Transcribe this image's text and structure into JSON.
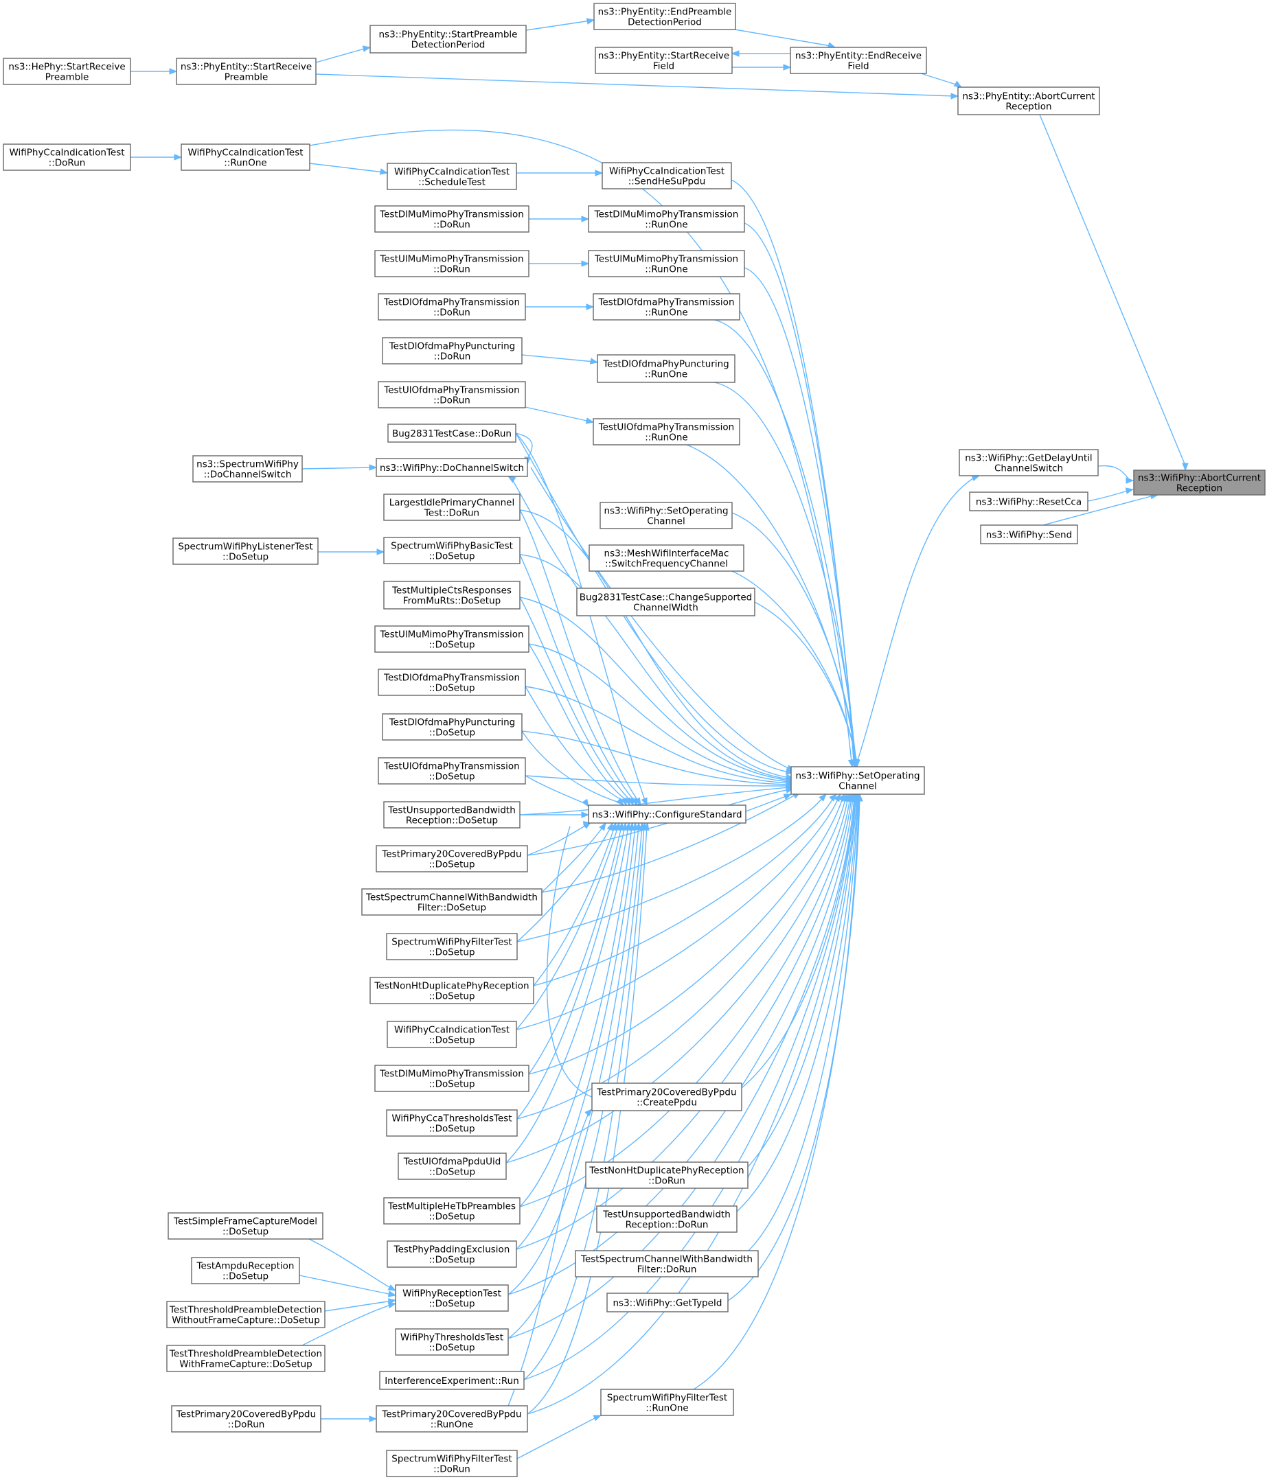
{
  "diagram": {
    "root": "n_root",
    "nodes": [
      {
        "id": "n_root",
        "lines": [
          "ns3::WifiPhy::AbortCurrent",
          "Reception"
        ]
      },
      {
        "id": "n_peacr",
        "lines": [
          "ns3::PhyEntity::AbortCurrent",
          "Reception"
        ]
      },
      {
        "id": "n_gdcs",
        "lines": [
          "ns3::WifiPhy::GetDelayUntil",
          "ChannelSwitch"
        ]
      },
      {
        "id": "n_rcca",
        "lines": [
          "ns3::WifiPhy::ResetCca"
        ]
      },
      {
        "id": "n_send",
        "lines": [
          "ns3::WifiPhy::Send"
        ]
      },
      {
        "id": "n_erf",
        "lines": [
          "ns3::PhyEntity::EndReceive",
          "Field"
        ]
      },
      {
        "id": "n_srf",
        "lines": [
          "ns3::PhyEntity::StartReceive",
          "Field"
        ]
      },
      {
        "id": "n_epdp",
        "lines": [
          "ns3::PhyEntity::EndPreamble",
          "DetectionPeriod"
        ]
      },
      {
        "id": "n_spdp",
        "lines": [
          "ns3::PhyEntity::StartPreamble",
          "DetectionPeriod"
        ]
      },
      {
        "id": "n_srp",
        "lines": [
          "ns3::PhyEntity::StartReceive",
          "Preamble"
        ]
      },
      {
        "id": "n_hesrp",
        "lines": [
          "ns3::HePhy::StartReceive",
          "Preamble"
        ]
      },
      {
        "id": "n_soc",
        "lines": [
          "ns3::WifiPhy::SetOperating",
          "Channel"
        ]
      },
      {
        "id": "n_cs",
        "lines": [
          "ns3::WifiPhy::ConfigureStandard"
        ]
      },
      {
        "id": "n_dcs",
        "lines": [
          "ns3::WifiPhy::DoChannelSwitch"
        ]
      },
      {
        "id": "n_sdcs",
        "lines": [
          "ns3::SpectrumWifiPhy",
          "::DoChannelSwitch"
        ]
      },
      {
        "id": "n_ccaro",
        "lines": [
          "WifiPhyCcaIndicationTest",
          "::RunOne"
        ]
      },
      {
        "id": "n_ccadr",
        "lines": [
          "WifiPhyCcaIndicationTest",
          "::DoRun"
        ]
      },
      {
        "id": "n_ccast",
        "lines": [
          "WifiPhyCcaIndicationTest",
          "::ScheduleTest"
        ]
      },
      {
        "id": "n_ccashe",
        "lines": [
          "WifiPhyCcaIndicationTest",
          "::SendHeSuPpdu"
        ]
      },
      {
        "id": "n_dlmmro",
        "lines": [
          "TestDlMuMimoPhyTransmission",
          "::RunOne"
        ]
      },
      {
        "id": "n_dlmmdr",
        "lines": [
          "TestDlMuMimoPhyTransmission",
          "::DoRun"
        ]
      },
      {
        "id": "n_ulmmro",
        "lines": [
          "TestUlMuMimoPhyTransmission",
          "::RunOne"
        ]
      },
      {
        "id": "n_ulmmdr",
        "lines": [
          "TestUlMuMimoPhyTransmission",
          "::DoRun"
        ]
      },
      {
        "id": "n_dlotro",
        "lines": [
          "TestDlOfdmaPhyTransmission",
          "::RunOne"
        ]
      },
      {
        "id": "n_dlotdr",
        "lines": [
          "TestDlOfdmaPhyTransmission",
          "::DoRun"
        ]
      },
      {
        "id": "n_dlopro",
        "lines": [
          "TestDlOfdmaPhyPuncturing",
          "::RunOne"
        ]
      },
      {
        "id": "n_dlopdr",
        "lines": [
          "TestDlOfdmaPhyPuncturing",
          "::DoRun"
        ]
      },
      {
        "id": "n_ulotro",
        "lines": [
          "TestUlOfdmaPhyTransmission",
          "::RunOne"
        ]
      },
      {
        "id": "n_ulotdr",
        "lines": [
          "TestUlOfdmaPhyTransmission",
          "::DoRun"
        ]
      },
      {
        "id": "n_bugdr",
        "lines": [
          "Bug2831TestCase::DoRun"
        ]
      },
      {
        "id": "n_wsoc",
        "lines": [
          "ns3::WifiPhy::SetOperating",
          "Channel"
        ]
      },
      {
        "id": "n_mesh",
        "lines": [
          "ns3::MeshWifiInterfaceMac",
          "::SwitchFrequencyChannel"
        ]
      },
      {
        "id": "n_bugcs",
        "lines": [
          "Bug2831TestCase::ChangeSupported",
          "ChannelWidth"
        ]
      },
      {
        "id": "n_lipc",
        "lines": [
          "LargestIdlePrimaryChannel",
          "Test::DoRun"
        ]
      },
      {
        "id": "n_swpbt",
        "lines": [
          "SpectrumWifiPhyBasicTest",
          "::DoSetup"
        ]
      },
      {
        "id": "n_swplt",
        "lines": [
          "SpectrumWifiPhyListenerTest",
          "::DoSetup"
        ]
      },
      {
        "id": "n_tmcr",
        "lines": [
          "TestMultipleCtsResponses",
          "FromMuRts::DoSetup"
        ]
      },
      {
        "id": "n_ulmmds",
        "lines": [
          "TestUlMuMimoPhyTransmission",
          "::DoSetup"
        ]
      },
      {
        "id": "n_dlotds",
        "lines": [
          "TestDlOfdmaPhyTransmission",
          "::DoSetup"
        ]
      },
      {
        "id": "n_dlopds",
        "lines": [
          "TestDlOfdmaPhyPuncturing",
          "::DoSetup"
        ]
      },
      {
        "id": "n_ulotds",
        "lines": [
          "TestUlOfdmaPhyTransmission",
          "::DoSetup"
        ]
      },
      {
        "id": "n_tubds",
        "lines": [
          "TestUnsupportedBandwidth",
          "Reception::DoSetup"
        ]
      },
      {
        "id": "n_tp20ds",
        "lines": [
          "TestPrimary20CoveredByPpdu",
          "::DoSetup"
        ]
      },
      {
        "id": "n_tscbds",
        "lines": [
          "TestSpectrumChannelWithBandwidth",
          "Filter::DoSetup"
        ]
      },
      {
        "id": "n_swpfds",
        "lines": [
          "SpectrumWifiPhyFilterTest",
          "::DoSetup"
        ]
      },
      {
        "id": "n_tnhds",
        "lines": [
          "TestNonHtDuplicatePhyReception",
          "::DoSetup"
        ]
      },
      {
        "id": "n_ccads",
        "lines": [
          "WifiPhyCcaIndicationTest",
          "::DoSetup"
        ]
      },
      {
        "id": "n_dlmmds",
        "lines": [
          "TestDlMuMimoPhyTransmission",
          "::DoSetup"
        ]
      },
      {
        "id": "n_ccathds",
        "lines": [
          "WifiPhyCcaThresholdsTest",
          "::DoSetup"
        ]
      },
      {
        "id": "n_tuouds",
        "lines": [
          "TestUlOfdmaPpduUid",
          "::DoSetup"
        ]
      },
      {
        "id": "n_tmhtds",
        "lines": [
          "TestMultipleHeTbPreambles",
          "::DoSetup"
        ]
      },
      {
        "id": "n_tppeds",
        "lines": [
          "TestPhyPaddingExclusion",
          "::DoSetup"
        ]
      },
      {
        "id": "n_wprtds",
        "lines": [
          "WifiPhyReceptionTest",
          "::DoSetup"
        ]
      },
      {
        "id": "n_tsfcm",
        "lines": [
          "TestSimpleFrameCaptureModel",
          "::DoSetup"
        ]
      },
      {
        "id": "n_tar",
        "lines": [
          "TestAmpduReception",
          "::DoSetup"
        ]
      },
      {
        "id": "n_ttpdwo",
        "lines": [
          "TestThresholdPreambleDetection",
          "WithoutFrameCapture::DoSetup"
        ]
      },
      {
        "id": "n_ttpdw",
        "lines": [
          "TestThresholdPreambleDetection",
          "WithFrameCapture::DoSetup"
        ]
      },
      {
        "id": "n_wptds",
        "lines": [
          "WifiPhyThresholdsTest",
          "::DoSetup"
        ]
      },
      {
        "id": "n_ierun",
        "lines": [
          "InterferenceExperiment::Run"
        ]
      },
      {
        "id": "n_tp20ro",
        "lines": [
          "TestPrimary20CoveredByPpdu",
          "::RunOne"
        ]
      },
      {
        "id": "n_tp20dr",
        "lines": [
          "TestPrimary20CoveredByPpdu",
          "::DoRun"
        ]
      },
      {
        "id": "n_swpfdr",
        "lines": [
          "SpectrumWifiPhyFilterTest",
          "::DoRun"
        ]
      },
      {
        "id": "n_tp20cp",
        "lines": [
          "TestPrimary20CoveredByPpdu",
          "::CreatePpdu"
        ]
      },
      {
        "id": "n_tnhdr",
        "lines": [
          "TestNonHtDuplicatePhyReception",
          "::DoRun"
        ]
      },
      {
        "id": "n_tubdr",
        "lines": [
          "TestUnsupportedBandwidth",
          "Reception::DoRun"
        ]
      },
      {
        "id": "n_tscbdr",
        "lines": [
          "TestSpectrumChannelWithBandwidth",
          "Filter::DoRun"
        ]
      },
      {
        "id": "n_gtid",
        "lines": [
          "ns3::WifiPhy::GetTypeId"
        ]
      },
      {
        "id": "n_swpfro",
        "lines": [
          "SpectrumWifiPhyFilterTest",
          "::RunOne"
        ]
      }
    ]
  }
}
